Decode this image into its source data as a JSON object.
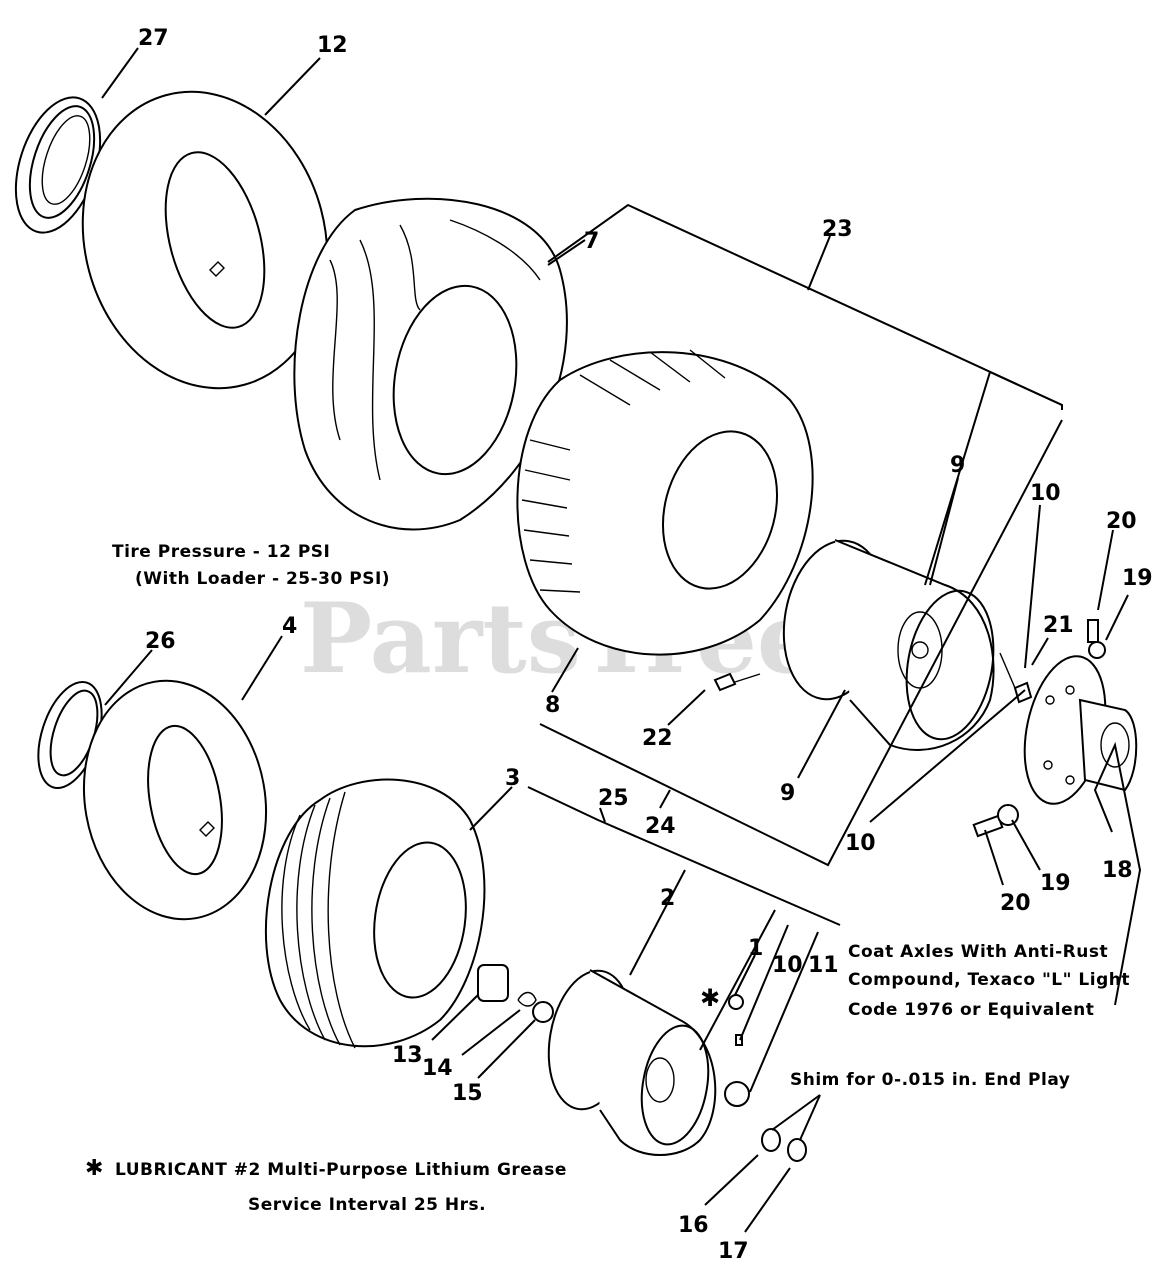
{
  "watermark": "PartsTree",
  "callouts": {
    "c27": "27",
    "c12": "12",
    "c7": "7",
    "c23": "23",
    "c9a": "9",
    "c10a": "10",
    "c20a": "20",
    "c19a": "19",
    "c21": "21",
    "c22": "22",
    "c8": "8",
    "c9b": "9",
    "c10b": "10",
    "c24": "24",
    "c26": "26",
    "c4": "4",
    "c3": "3",
    "c25": "25",
    "c2": "2",
    "c1": "1",
    "c10c": "10",
    "c11": "11",
    "c20b": "20",
    "c19b": "19",
    "c18": "18",
    "c13": "13",
    "c14": "14",
    "c15": "15",
    "c16": "16",
    "c17": "17"
  },
  "notes": {
    "tire_pressure": "Tire Pressure  -  12 PSI",
    "with_loader": "(With Loader - 25-30 PSI)",
    "coat_1": "Coat Axles With Anti-Rust",
    "coat_2": "Compound, Texaco \"L\" Light",
    "coat_3": "Code 1976 or Equivalent",
    "shim": "Shim  for 0-.015 in. End Play",
    "lubricant": "LUBRICANT #2 Multi-Purpose Lithium Grease",
    "service": "Service Interval 25 Hrs."
  },
  "asterisk": "✱"
}
